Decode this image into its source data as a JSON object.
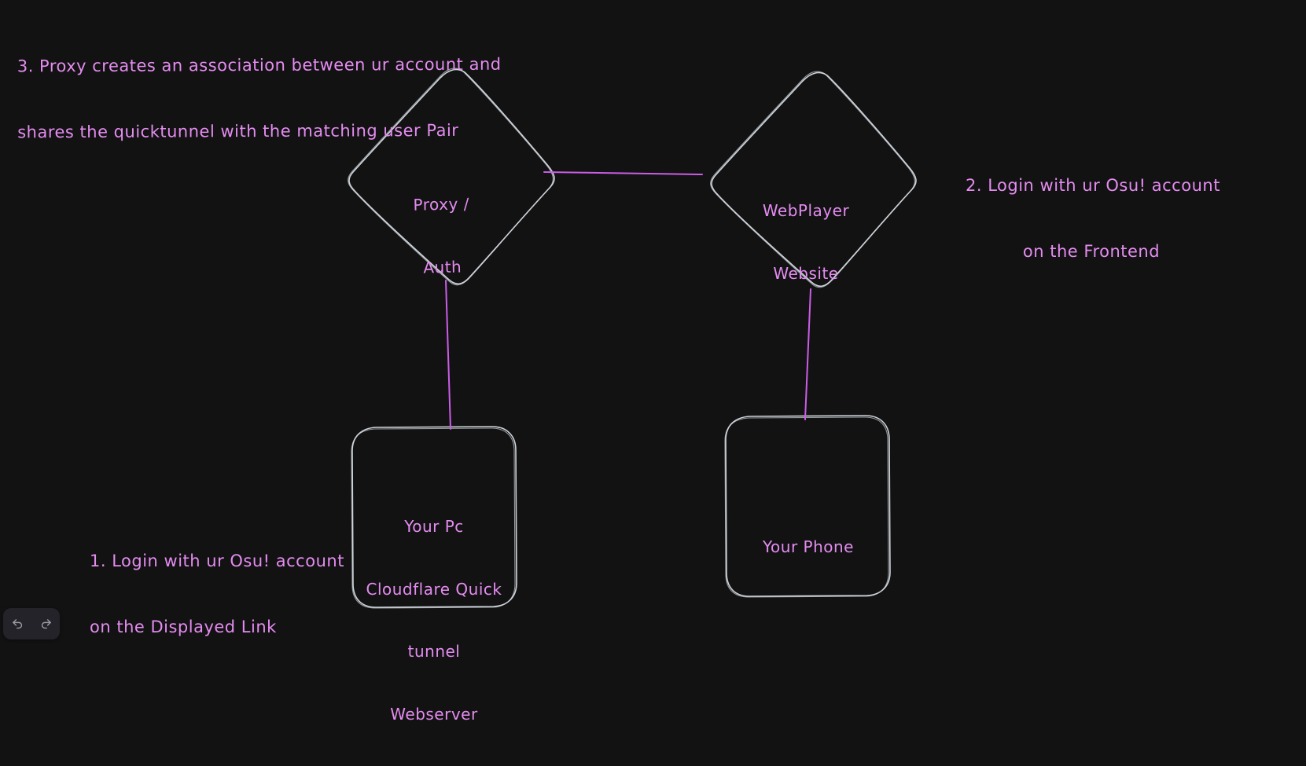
{
  "canvas": {
    "background_color": "#121212",
    "stroke_color": "#ced4da",
    "accent_color": "#e48cf0",
    "connector_color": "#cc5de8"
  },
  "notes": [
    {
      "id": "step3",
      "line1": "3. Proxy creates an association between ur account and",
      "line2": "shares the quicktunnel with the matching user Pair"
    },
    {
      "id": "step2",
      "line1": "2. Login with ur Osu! account",
      "line2": "on the Frontend"
    },
    {
      "id": "step1",
      "line1": "1. Login with ur Osu! account",
      "line2": "on the Displayed Link"
    }
  ],
  "shapes": [
    {
      "id": "proxy-auth",
      "kind": "diamond",
      "lines": [
        "Proxy /",
        "Auth"
      ]
    },
    {
      "id": "webplayer-website",
      "kind": "diamond",
      "lines": [
        "WebPlayer",
        "Website"
      ]
    },
    {
      "id": "your-pc",
      "kind": "rounded-rectangle",
      "lines": [
        "Your Pc",
        "Cloudflare Quick",
        "tunnel",
        "Webserver"
      ]
    },
    {
      "id": "your-phone",
      "kind": "rounded-rectangle",
      "lines": [
        "Your Phone"
      ]
    }
  ],
  "connectors": [
    {
      "id": "proxy-to-webplayer",
      "from": "proxy-auth",
      "to": "webplayer-website"
    },
    {
      "id": "proxy-to-yourpc",
      "from": "proxy-auth",
      "to": "your-pc"
    },
    {
      "id": "webplayer-to-yourphone",
      "from": "webplayer-website",
      "to": "your-phone"
    }
  ],
  "toolbar": {
    "undo_label": "undo-icon",
    "redo_label": "redo-icon"
  }
}
